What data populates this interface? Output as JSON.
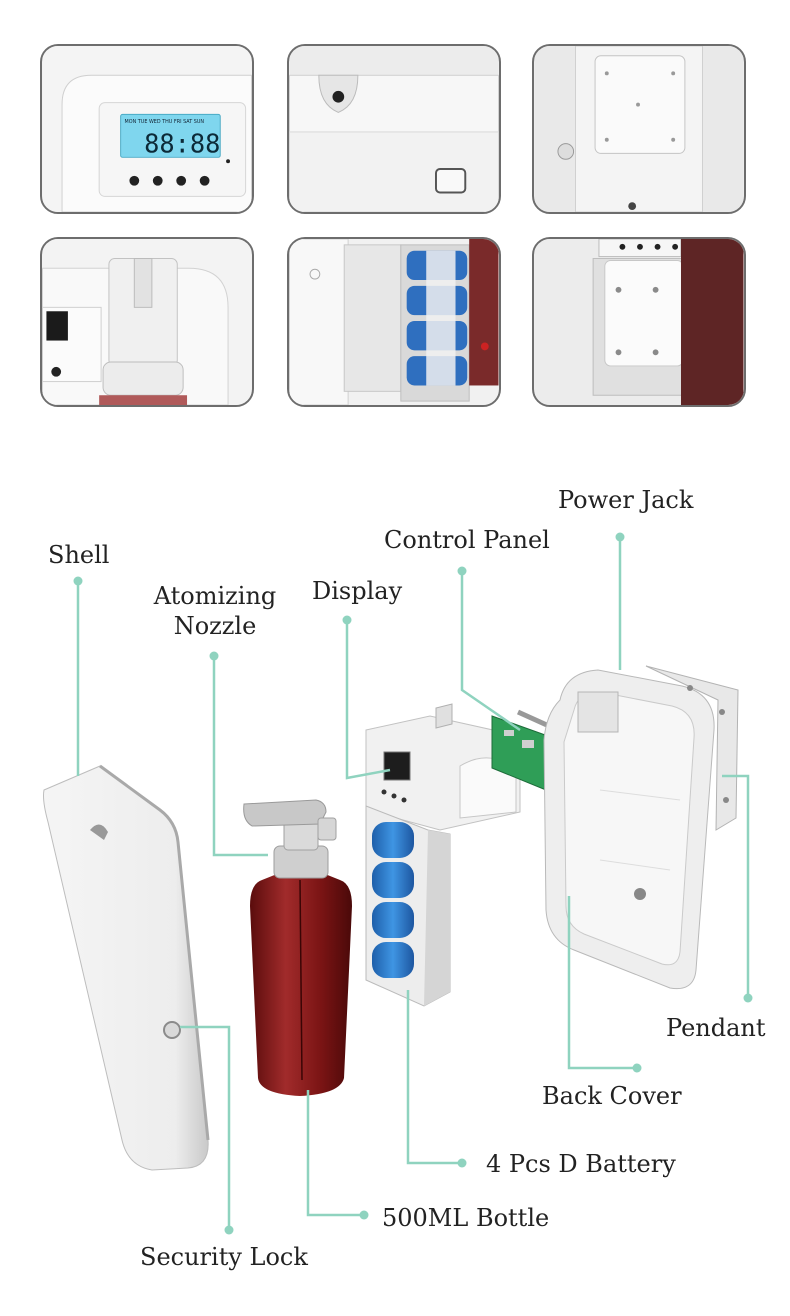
{
  "thumbnails": [
    {
      "name": "control-panel-closeup",
      "lcd_days": "MON TUE WED THU FRI SAT SUN",
      "lcd_digits": "88:88"
    },
    {
      "name": "top-port-closeup"
    },
    {
      "name": "back-mount-closeup"
    },
    {
      "name": "nozzle-closeup"
    },
    {
      "name": "battery-compartment-closeup"
    },
    {
      "name": "pendant-bracket-closeup"
    }
  ],
  "labels": {
    "shell": "Shell",
    "atomizing_nozzle_line1": "Atomizing",
    "atomizing_nozzle_line2": "Nozzle",
    "display": "Display",
    "control_panel": "Control Panel",
    "power_jack": "Power Jack",
    "pendant": "Pendant",
    "back_cover": "Back Cover",
    "battery": "4 Pcs D Battery",
    "bottle": "500ML Bottle",
    "security_lock": "Security Lock"
  },
  "colors": {
    "leader_line": "#8fd3bf",
    "bottle": "#7a1414",
    "battery": "#2f7fd0",
    "plastic": "#ececec",
    "pcb": "#2f9e57"
  }
}
